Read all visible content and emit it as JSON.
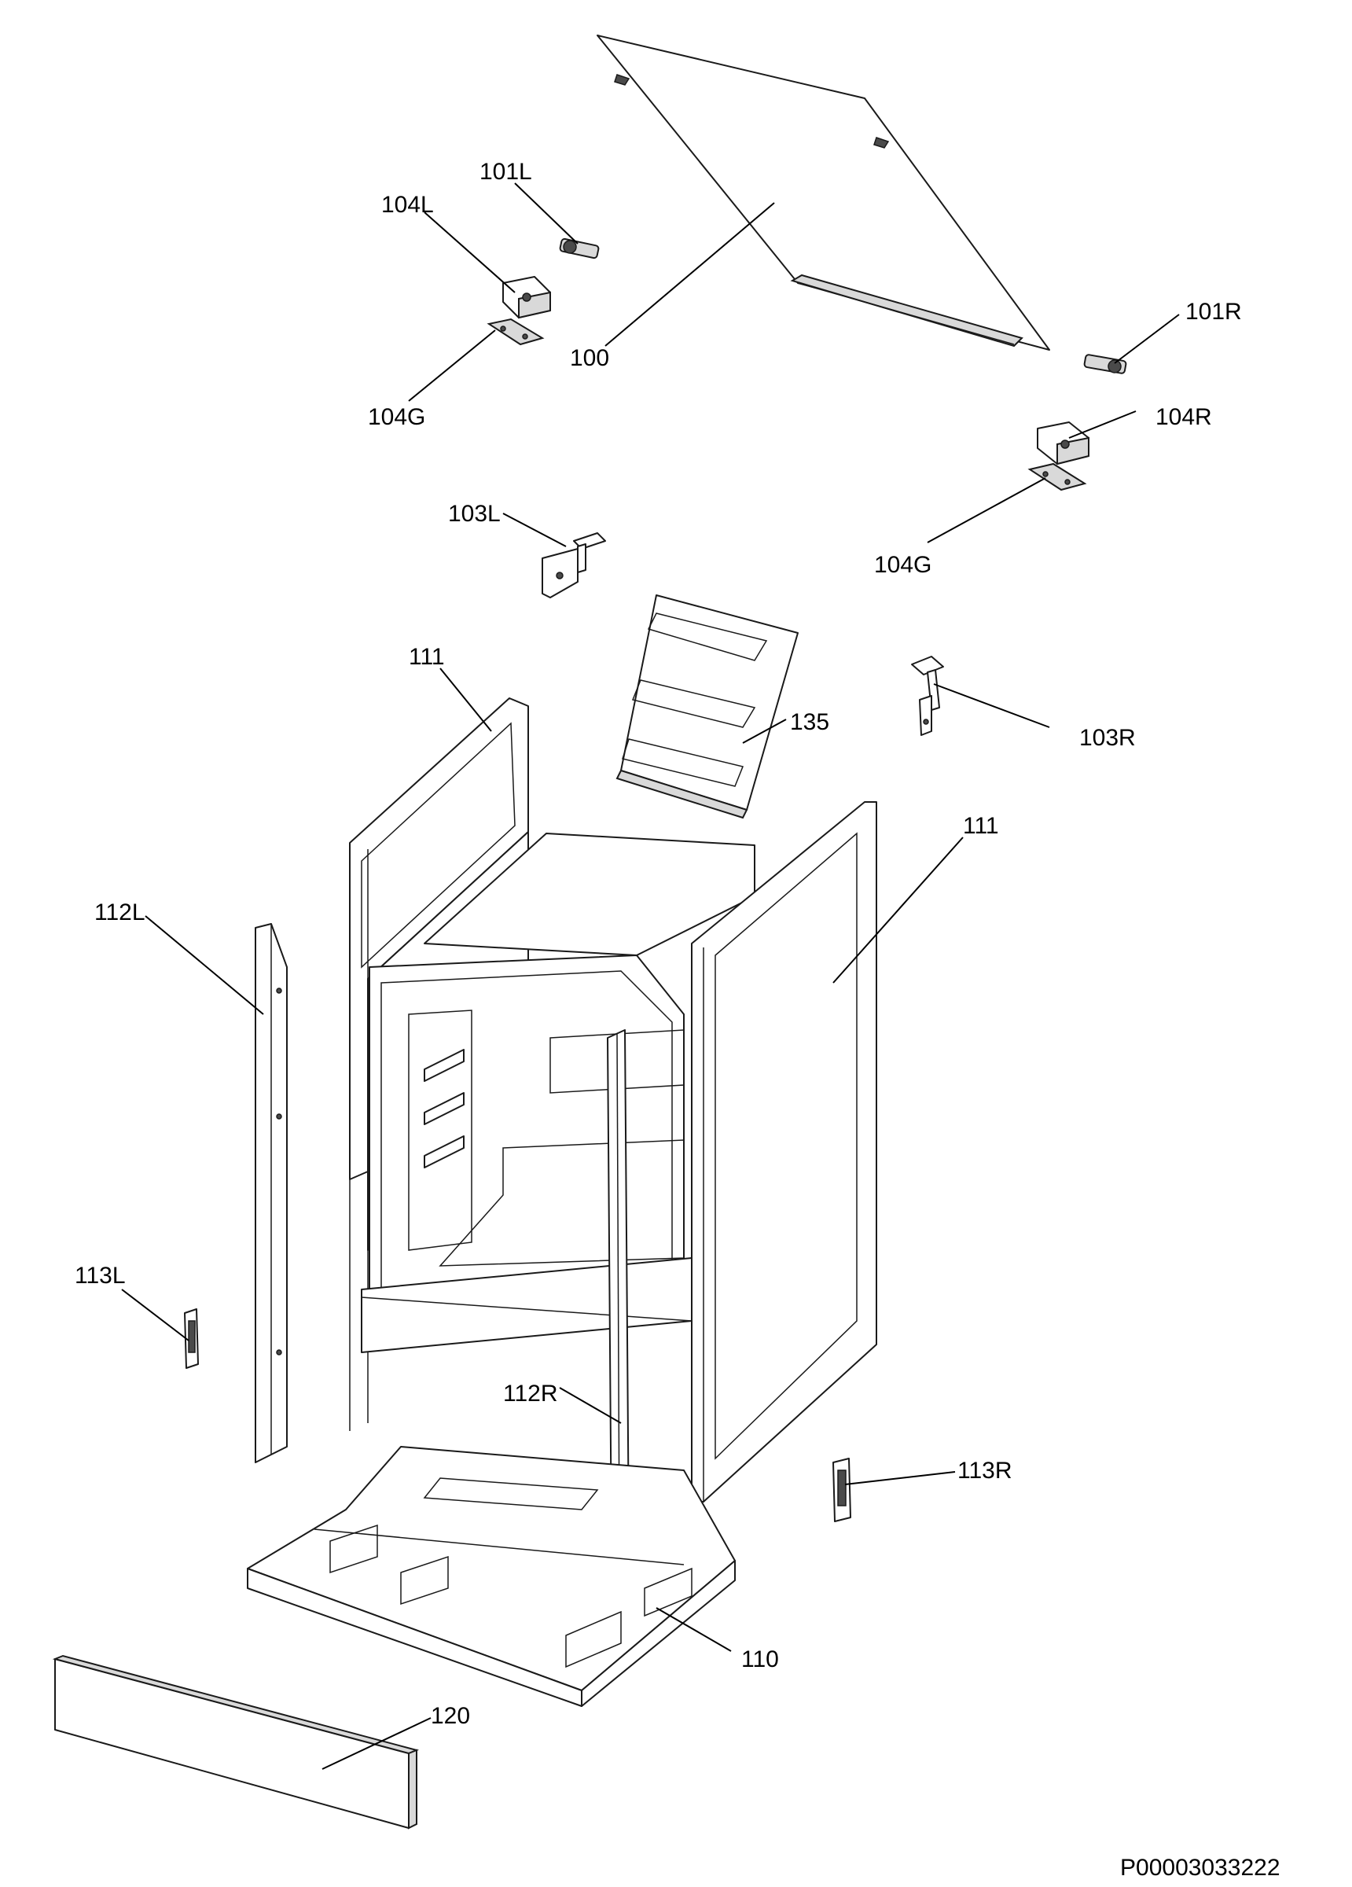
{
  "diagram": {
    "labels": {
      "p100": "100",
      "p101L": "101L",
      "p101R": "101R",
      "p104L": "104L",
      "p104R": "104R",
      "p104G_left": "104G",
      "p104G_right": "104G",
      "p103L": "103L",
      "p103R": "103R",
      "p111_left": "111",
      "p111_right": "111",
      "p135": "135",
      "p112L": "112L",
      "p112R": "112R",
      "p113L": "113L",
      "p113R": "113R",
      "p110": "110",
      "p120": "120"
    },
    "drawing_code": "P00003033222"
  }
}
